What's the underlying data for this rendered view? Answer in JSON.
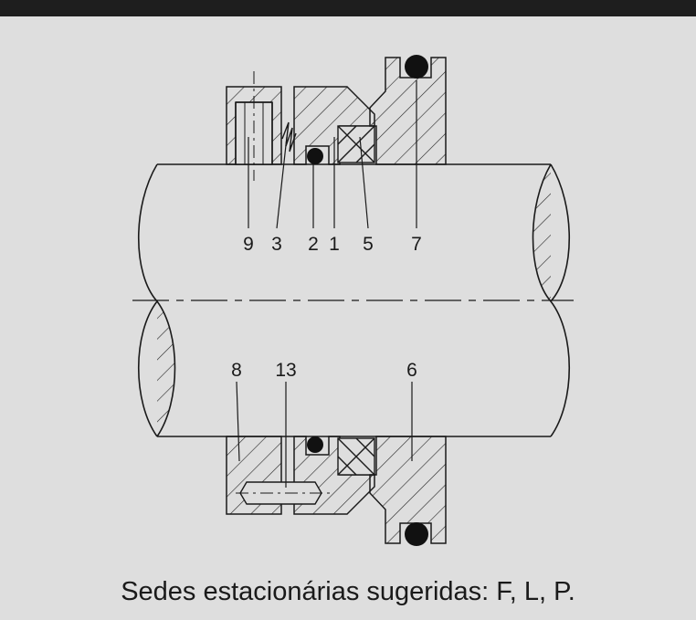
{
  "labels_upper": [
    "9",
    "3",
    "2",
    "1",
    "5",
    "7"
  ],
  "labels_lower": [
    "8",
    "13",
    "6"
  ],
  "caption": "Sedes estacionárias sugeridas: F, L, P."
}
